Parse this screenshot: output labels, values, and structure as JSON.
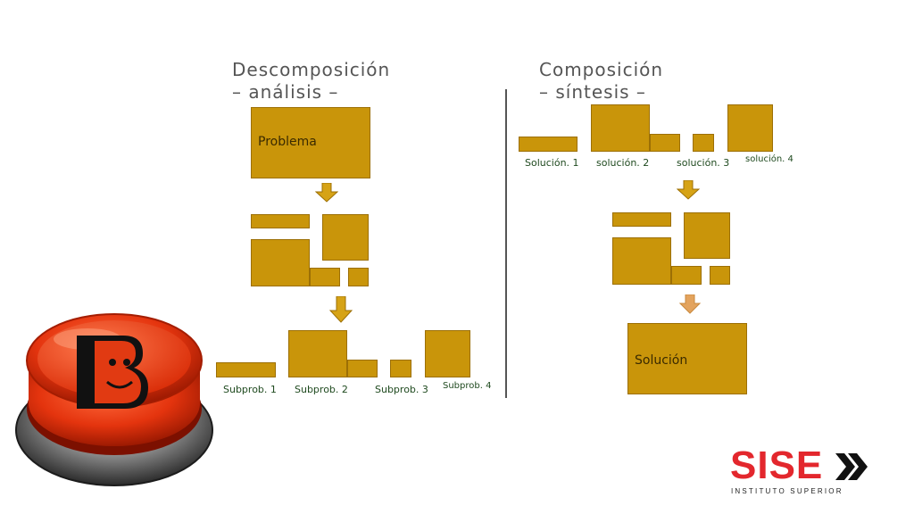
{
  "colors": {
    "box": "#c9950a",
    "box_edge": "#9c6f05",
    "arrow": "#d6a316",
    "arrow_light": "#e3a35d",
    "heading": "#555555",
    "label": "#1f4a1f",
    "brand": "#e3272d"
  },
  "decomposition": {
    "title_line1": "Descomposición",
    "title_line2": "– análisis –",
    "problem_label": "Problema",
    "sub_labels": [
      "Subprob. 1",
      "Subprob. 2",
      "Subprob. 3",
      "Subprob. 4"
    ]
  },
  "composition": {
    "title_line1": "Composición",
    "title_line2": "– síntesis –",
    "solution_label": "Solución",
    "sol_labels": [
      "Solución. 1",
      "solución. 2",
      "solución. 3",
      "solución. 4"
    ]
  },
  "logo": {
    "brand": "SISE",
    "subtitle": "INSTITUTO SUPERIOR"
  },
  "icons": {
    "button": "red-push-button-icon",
    "chevrons": "double-chevron-right-icon"
  }
}
